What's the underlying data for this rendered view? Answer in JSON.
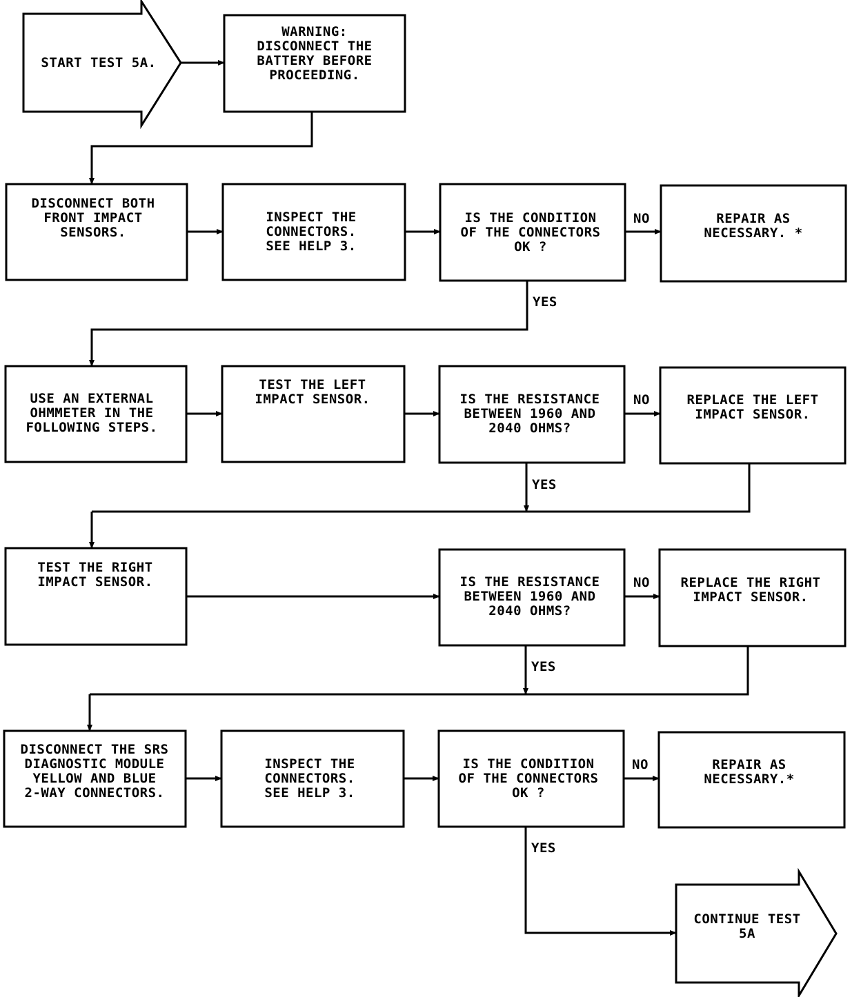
{
  "nodes": {
    "start": [
      "START TEST 5A."
    ],
    "warning": [
      "WARNING:",
      "DISCONNECT THE",
      "BATTERY BEFORE",
      "PROCEEDING."
    ],
    "disconnect_front": [
      "DISCONNECT BOTH",
      "FRONT IMPACT",
      "SENSORS."
    ],
    "inspect_1": [
      "INSPECT THE",
      "CONNECTORS.",
      "SEE HELP 3."
    ],
    "cond_1": [
      "IS THE CONDITION",
      "OF THE CONNECTORS",
      "OK ?"
    ],
    "repair_1": [
      "REPAIR AS",
      "NECESSARY. *"
    ],
    "use_ohmmeter": [
      "USE AN EXTERNAL",
      "OHMMETER IN THE",
      "FOLLOWING STEPS."
    ],
    "test_left": [
      "TEST THE LEFT",
      "IMPACT SENSOR."
    ],
    "res_left": [
      "IS THE RESISTANCE",
      "BETWEEN 1960 AND",
      "2040 OHMS?"
    ],
    "replace_left": [
      "REPLACE THE LEFT",
      "IMPACT SENSOR."
    ],
    "test_right": [
      "TEST THE RIGHT",
      "IMPACT SENSOR."
    ],
    "res_right": [
      "IS THE RESISTANCE",
      "BETWEEN 1960 AND",
      "2040 OHMS?"
    ],
    "replace_right": [
      "REPLACE THE RIGHT",
      "IMPACT SENSOR."
    ],
    "disconnect_sas": [
      "DISCONNECT THE SRS",
      "DIAGNOSTIC MODULE",
      "YELLOW AND BLUE",
      "2-WAY CONNECTORS."
    ],
    "inspect_2": [
      "INSPECT THE",
      "CONNECTORS.",
      "SEE HELP 3."
    ],
    "cond_2": [
      "IS THE CONDITION",
      "OF THE CONNECTORS",
      "OK ?"
    ],
    "repair_2": [
      "REPAIR AS",
      "NECESSARY.*"
    ],
    "continue": [
      "CONTINUE TEST",
      "5A"
    ]
  },
  "labels": {
    "no_1": "NO",
    "yes_1": "YES",
    "no_2": "NO",
    "yes_2": "YES",
    "no_3": "NO",
    "yes_3": "YES",
    "no_4": "NO",
    "yes_4": "YES"
  }
}
